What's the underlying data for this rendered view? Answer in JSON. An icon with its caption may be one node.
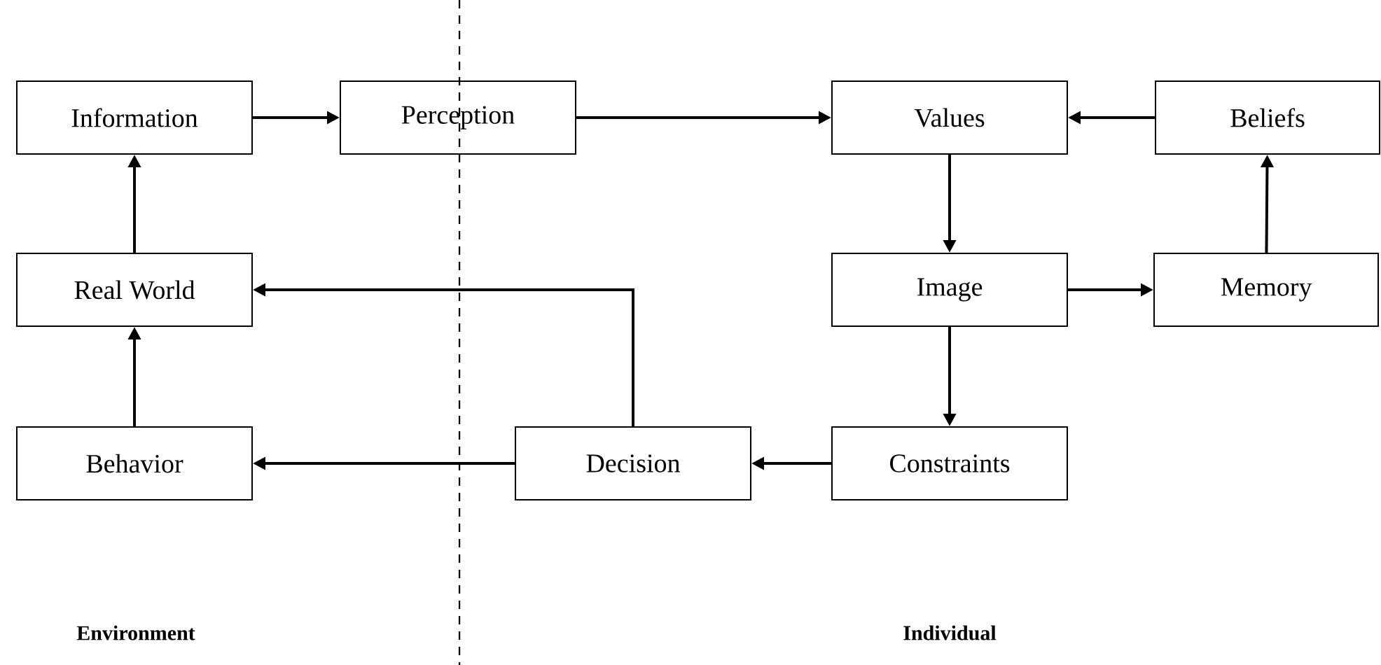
{
  "diagram": {
    "nodes": [
      {
        "text": [
          "Information"
        ]
      },
      {
        "text": [
          "Perception"
        ]
      },
      {
        "text": [
          "Values"
        ]
      },
      {
        "text": [
          "Beliefs"
        ]
      },
      {
        "text": [
          "Real World"
        ]
      },
      {
        "text": [
          "Image"
        ]
      },
      {
        "text": [
          "Memory"
        ]
      },
      {
        "text": [
          "Behavior"
        ]
      },
      {
        "text": [
          "Decision"
        ]
      },
      {
        "text": [
          "Constraints"
        ]
      }
    ],
    "edges": [
      {
        "from": 0,
        "to": 1,
        "arrow": "to"
      },
      {
        "from": 1,
        "to": 2,
        "arrow": "to"
      },
      {
        "from": 3,
        "to": 2,
        "arrow": "to"
      },
      {
        "from": 2,
        "to": 5,
        "arrow": "to"
      },
      {
        "from": 5,
        "to": 6,
        "arrow": "to"
      },
      {
        "from": 6,
        "to": 3,
        "arrow": "to"
      },
      {
        "from": 5,
        "to": 9,
        "arrow": "to"
      },
      {
        "from": 9,
        "to": 8,
        "arrow": "to"
      },
      {
        "from": 8,
        "to": 7,
        "arrow": "to"
      },
      {
        "from": 8,
        "to": 4,
        "arrow": "to"
      },
      {
        "from": 7,
        "to": 4,
        "arrow": "to"
      },
      {
        "from": 4,
        "to": 0,
        "arrow": "to"
      }
    ],
    "labels": [
      "Environment",
      "Individual"
    ]
  }
}
